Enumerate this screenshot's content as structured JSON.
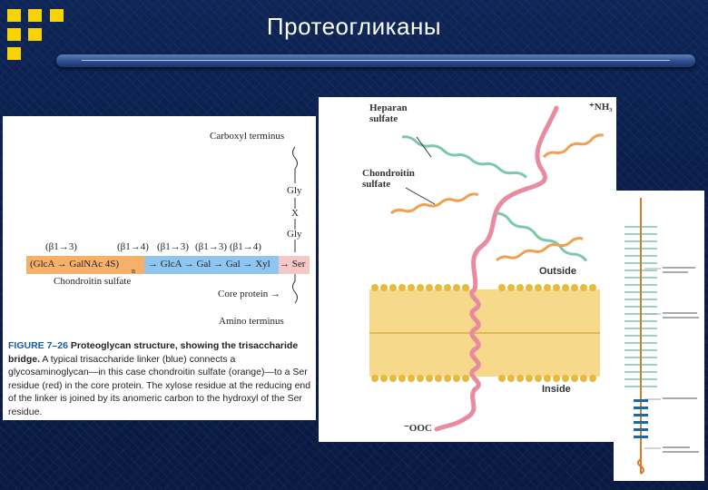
{
  "slide": {
    "title": "Протеогликаны"
  },
  "figure_left": {
    "carboxyl_terminus": "Carboxyl terminus",
    "gly_top": "Gly",
    "x_label": "X",
    "gly_bottom": "Gly",
    "linkages": [
      "(β1→3)",
      "(β1→4)",
      "(β1→3)",
      "(β1→3)",
      "(β1→4)"
    ],
    "chain_orange": "(GlcA → GalNAc 4S)",
    "repeat_n": "n",
    "chain_blue": "→ GlcA → Gal → Gal → Xyl",
    "chain_red": "→ Ser",
    "chondroitin": "Chondroitin sulfate",
    "core_protein": "Core protein →",
    "amino_terminus": "Amino terminus",
    "caption_label": "FIGURE 7–26",
    "caption_title": "Proteoglycan structure, showing the trisaccharide bridge.",
    "caption_body": "A typical trisaccharide linker (blue) connects a glycosaminoglycan—in this case chondroitin sulfate (orange)—to a Ser residue (red) in the core protein. The xylose residue at the reducing end of the linker is joined by its anomeric carbon to the hydroxyl of the Ser residue."
  },
  "figure_center": {
    "heparan": "Heparan sulfate",
    "nh3": "⁺NH₃",
    "chondroitin": "Chondroitin sulfate",
    "outside": "Outside",
    "inside": "Inside",
    "cooh": "⁻OOC"
  },
  "colors": {
    "accent": "#f7d400",
    "orange": "#f6b06a",
    "blue": "#8fc6ef",
    "red": "#f5c8c8"
  }
}
